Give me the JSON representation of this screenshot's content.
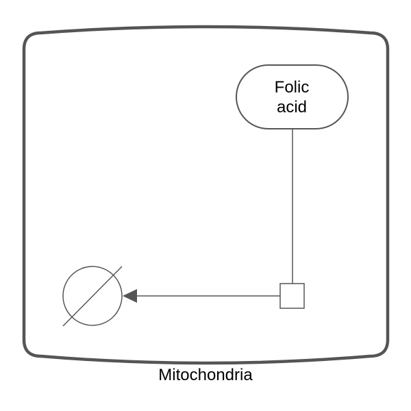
{
  "compartment": {
    "label": "Mitochondria"
  },
  "species": {
    "label_line1": "Folic",
    "label_line2": "acid"
  },
  "process": {
    "kind": "process-node"
  },
  "sink": {
    "kind": "source-and-sink"
  },
  "colors": {
    "stroke": "#555555",
    "text": "#000000",
    "fill": "#ffffff"
  }
}
